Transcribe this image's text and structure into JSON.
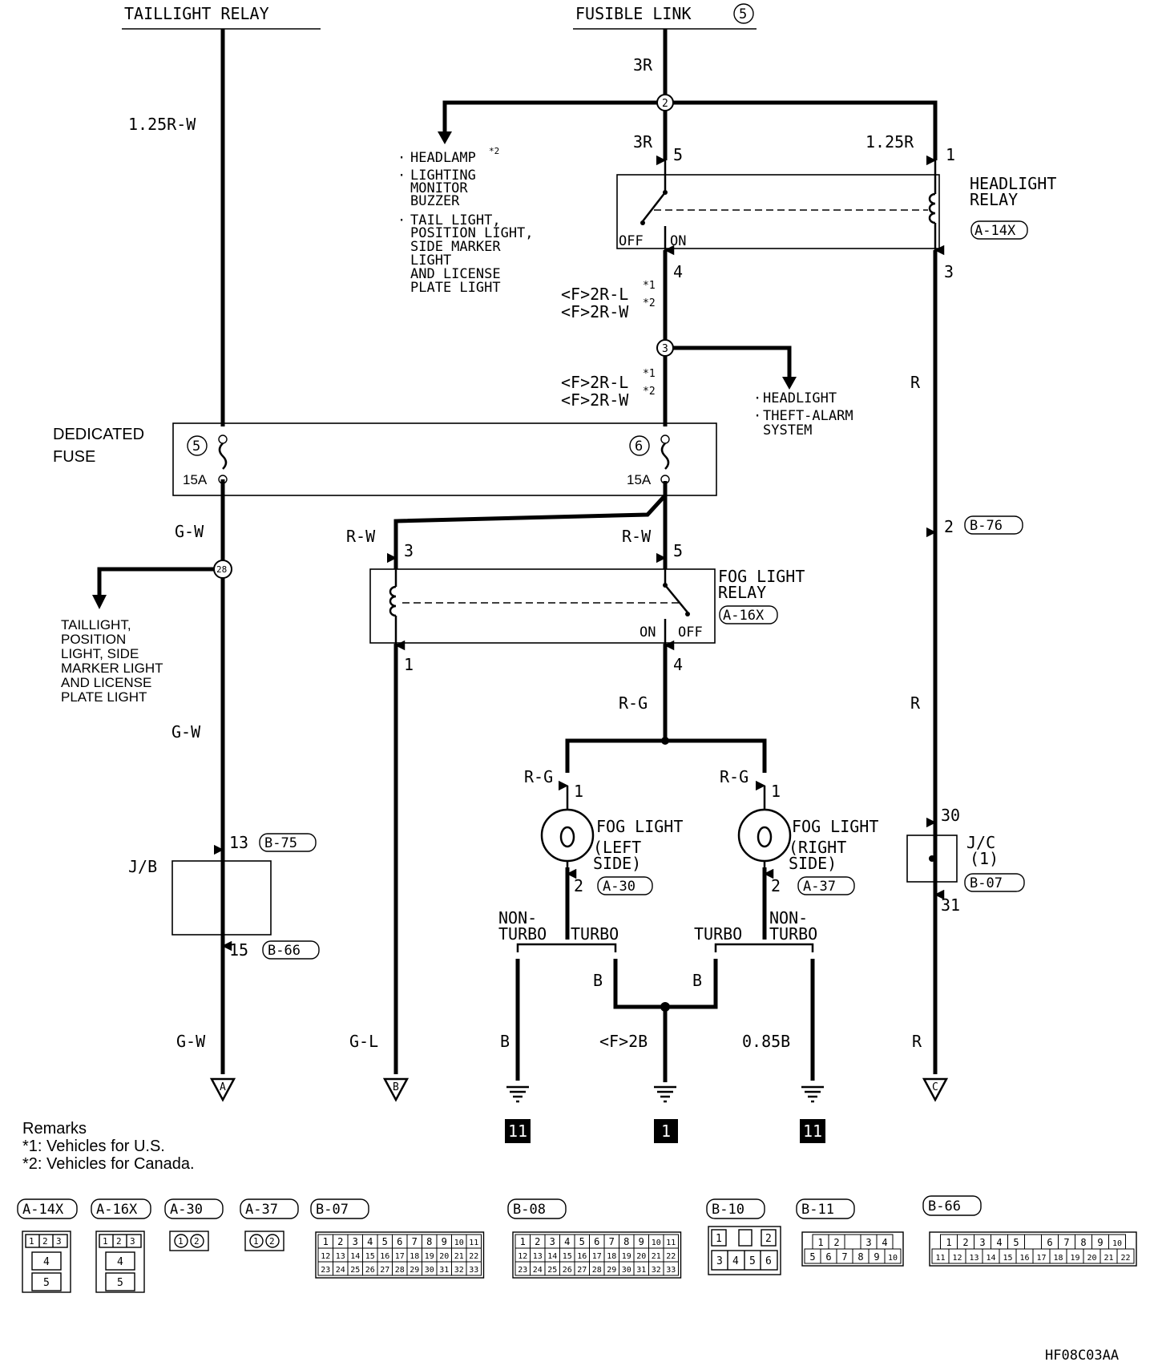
{
  "sources": {
    "taillight_relay": "TAILLIGHT RELAY",
    "fusible_link": "FUSIBLE LINK",
    "fusible_link_no": "5"
  },
  "wires": {
    "w_3r_top": "3R",
    "w_125rw": "1.25R-W",
    "w_3r": "3R",
    "w_125r": "1.25R",
    "w_f2rl_1": "<F>2R-L",
    "w_f2rw_1": "<F>2R-W",
    "w_f2rl_2": "<F>2R-L",
    "w_f2rw_2": "<F>2R-W",
    "w_r_1": "R",
    "w_gw_1": "G-W",
    "w_rw_left": "R-W",
    "w_rw_right": "R-W",
    "w_r_2": "R",
    "w_gw_2": "G-W",
    "w_rg": "R-G",
    "w_rg_left": "R-G",
    "w_rg_right": "R-G",
    "w_b_left": "B",
    "w_b_right": "B",
    "w_gw_3": "G-W",
    "w_gl": "G-L",
    "w_b_bottom": "B",
    "w_f2b": "<F>2B",
    "w_085b": "0.85B",
    "w_r_3": "R"
  },
  "superscripts": {
    "s1": "*1",
    "s2": "*2"
  },
  "splices": {
    "sp2": "2",
    "sp3": "3",
    "sp28": "28"
  },
  "branch_headlamp": {
    "items": [
      {
        "lines": [
          "HEADLAMP"
        ],
        "sup": "*2"
      },
      {
        "lines": [
          "LIGHTING",
          "MONITOR",
          "BUZZER"
        ]
      },
      {
        "lines": [
          "TAIL LIGHT,",
          "POSITION LIGHT,",
          "SIDE MARKER",
          "LIGHT",
          "AND LICENSE",
          "PLATE LIGHT"
        ]
      }
    ]
  },
  "branch_headlight": {
    "items": [
      "HEADLIGHT",
      "THEFT-ALARM",
      "SYSTEM"
    ]
  },
  "branch_taillight": {
    "lines": [
      "TAILLIGHT,",
      "POSITION",
      "LIGHT, SIDE",
      "MARKER LIGHT",
      "AND LICENSE",
      "PLATE LIGHT"
    ]
  },
  "headlight_relay": {
    "name_1": "HEADLIGHT",
    "name_2": "RELAY",
    "connector": "A-14X",
    "pin_5": "5",
    "pin_1": "1",
    "pin_4": "4",
    "pin_3": "3",
    "off": "OFF",
    "on": "ON"
  },
  "dedicated_fuse": {
    "label_1": "DEDICATED",
    "label_2": "FUSE",
    "fuse_left_no": "5",
    "fuse_right_no": "6",
    "left_rating": "15A",
    "right_rating": "15A"
  },
  "fog_relay": {
    "name_1": "FOG LIGHT",
    "name_2": "RELAY",
    "connector": "A-16X",
    "pin_3": "3",
    "pin_5": "5",
    "pin_1": "1",
    "pin_4": "4",
    "on": "ON",
    "off": "OFF"
  },
  "fog_left": {
    "name_1": "FOG LIGHT",
    "name_2": "(LEFT",
    "name_3": "SIDE)",
    "pin_1": "1",
    "pin_2": "2",
    "connector": "A-30"
  },
  "fog_right": {
    "name_1": "FOG LIGHT",
    "name_2": "(RIGHT",
    "name_3": "SIDE)",
    "pin_1": "1",
    "pin_2": "2",
    "connector": "A-37"
  },
  "variants": {
    "non_turbo_l_1": "NON-",
    "non_turbo_l_2": "TURBO",
    "turbo_l": "TURBO",
    "turbo_r": "TURBO",
    "non_turbo_r_1": "NON-",
    "non_turbo_r_2": "TURBO"
  },
  "jb": {
    "label": "J/B",
    "pin_13": "13",
    "conn_13": "B-75",
    "pin_15": "15",
    "conn_15": "B-66"
  },
  "jc": {
    "label_1": "J/C",
    "label_2": "(1)",
    "pin_30": "30",
    "pin_31": "31",
    "connector": "B-07"
  },
  "b76": {
    "pin": "2",
    "connector": "B-76"
  },
  "offpage": {
    "a": "A",
    "b": "B",
    "c": "C"
  },
  "grounds": {
    "g_left": "11",
    "g_mid": "1",
    "g_right": "11"
  },
  "remarks": {
    "title": "Remarks",
    "r1": "*1: Vehicles  for  U.S.",
    "r2": "*2: Vehicles  for  Canada."
  },
  "connectors": {
    "a14x": {
      "label": "A-14X",
      "pins": [
        "1",
        "2",
        "3",
        "4",
        "5"
      ]
    },
    "a16x": {
      "label": "A-16X",
      "pins": [
        "1",
        "2",
        "3",
        "4",
        "5"
      ]
    },
    "a30": {
      "label": "A-30",
      "pins": [
        "1",
        "2"
      ]
    },
    "a37": {
      "label": "A-37",
      "pins": [
        "1",
        "2"
      ]
    },
    "b07": {
      "label": "B-07",
      "rows": [
        [
          "1",
          "2",
          "3",
          "4",
          "5",
          "6",
          "7",
          "8",
          "9",
          "10",
          "11"
        ],
        [
          "12",
          "13",
          "14",
          "15",
          "16",
          "17",
          "18",
          "19",
          "20",
          "21",
          "22"
        ],
        [
          "23",
          "24",
          "25",
          "26",
          "27",
          "28",
          "29",
          "30",
          "31",
          "32",
          "33"
        ]
      ]
    },
    "b08": {
      "label": "B-08",
      "rows": [
        [
          "1",
          "2",
          "3",
          "4",
          "5",
          "6",
          "7",
          "8",
          "9",
          "10",
          "11"
        ],
        [
          "12",
          "13",
          "14",
          "15",
          "16",
          "17",
          "18",
          "19",
          "20",
          "21",
          "22"
        ],
        [
          "23",
          "24",
          "25",
          "26",
          "27",
          "28",
          "29",
          "30",
          "31",
          "32",
          "33"
        ]
      ]
    },
    "b10": {
      "label": "B-10",
      "rows": [
        [
          "1",
          "",
          "2"
        ],
        [
          "3",
          "4",
          "5",
          "6"
        ]
      ]
    },
    "b11": {
      "label": "B-11",
      "rows": [
        [
          "1",
          "2",
          "",
          "3",
          "4"
        ],
        [
          "5",
          "6",
          "7",
          "8",
          "9",
          "10"
        ]
      ]
    },
    "b66": {
      "label": "B-66",
      "rows": [
        [
          "1",
          "2",
          "3",
          "4",
          "5",
          "",
          "6",
          "7",
          "8",
          "9",
          "10"
        ],
        [
          "11",
          "12",
          "13",
          "14",
          "15",
          "16",
          "17",
          "18",
          "19",
          "20",
          "21",
          "22"
        ]
      ]
    }
  },
  "figure_code": "HF08C03AA"
}
